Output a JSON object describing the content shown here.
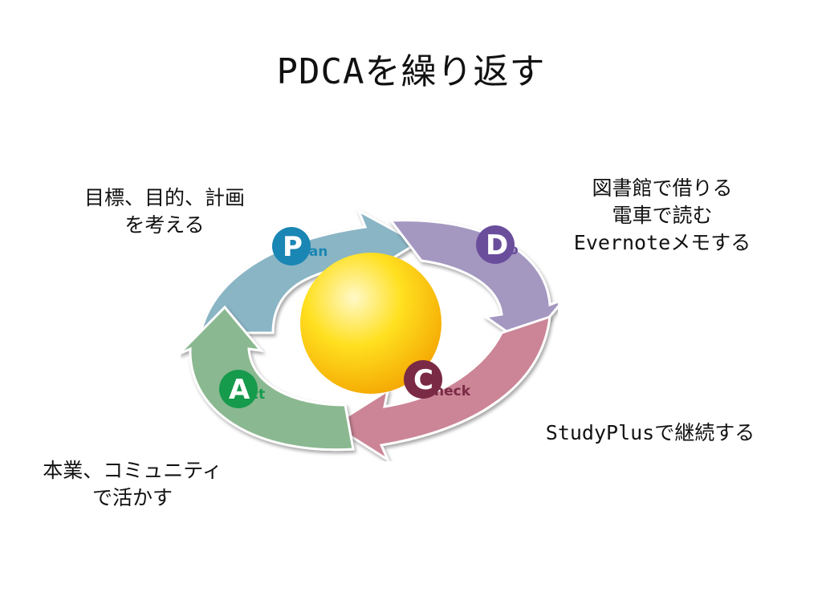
{
  "title": "PDCAを繰り返す",
  "notes": {
    "plan": "目標、目的、計画\nを考える",
    "do": "図書館で借りる\n電車で読む\nEvernoteメモする",
    "check": "StudyPlusで継続する",
    "act": "本業、コミュニティ\nで活かす"
  },
  "cycle": {
    "plan": {
      "initial": "P",
      "rest": "lan",
      "color": "#8ab5c5",
      "badge": "#1a86b4"
    },
    "do": {
      "initial": "D",
      "rest": "o",
      "color": "#a497c0",
      "badge": "#6a4e9c"
    },
    "check": {
      "initial": "C",
      "rest": "heck",
      "color": "#cb8596",
      "badge": "#7a2a45"
    },
    "act": {
      "initial": "A",
      "rest": "ct",
      "color": "#8ab890",
      "badge": "#169a4c"
    }
  },
  "center_colors": [
    "#fff9c8",
    "#ffe020",
    "#f4a300"
  ]
}
